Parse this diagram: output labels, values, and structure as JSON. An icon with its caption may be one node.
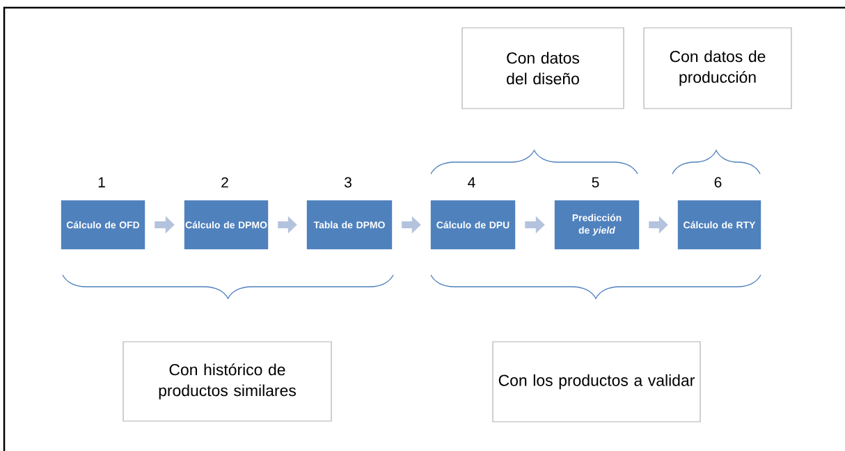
{
  "diagram": {
    "nodes": [
      {
        "text": [
          "Cálculo de OFD"
        ],
        "beside": [
          "1"
        ]
      },
      {
        "text": [
          "Cálculo de DPMO"
        ],
        "beside": [
          "2"
        ]
      },
      {
        "text": [
          "Tabla de DPMO"
        ],
        "beside": [
          "3"
        ]
      },
      {
        "text": [
          "Cálculo de DPU"
        ],
        "beside": [
          "4"
        ]
      },
      {
        "text": [
          "Predicción de *yield*"
        ],
        "beside": [
          "5"
        ]
      },
      {
        "text": [
          "Cálculo de RTY"
        ],
        "beside": [
          "6"
        ]
      },
      {
        "text": [
          "Con datos del diseño"
        ]
      },
      {
        "text": [
          "Con datos de producción"
        ]
      },
      {
        "text": [
          "Con histórico de productos similares"
        ]
      },
      {
        "text": [
          "Con los productos a validar"
        ]
      }
    ],
    "edges": [
      {
        "from": 0,
        "to": 1,
        "arrow": "to"
      },
      {
        "from": 1,
        "to": 2,
        "arrow": "to"
      },
      {
        "from": 2,
        "to": 3,
        "arrow": "to"
      },
      {
        "from": 3,
        "to": 4,
        "arrow": "to"
      },
      {
        "from": 4,
        "to": 5,
        "arrow": "to"
      }
    ]
  }
}
